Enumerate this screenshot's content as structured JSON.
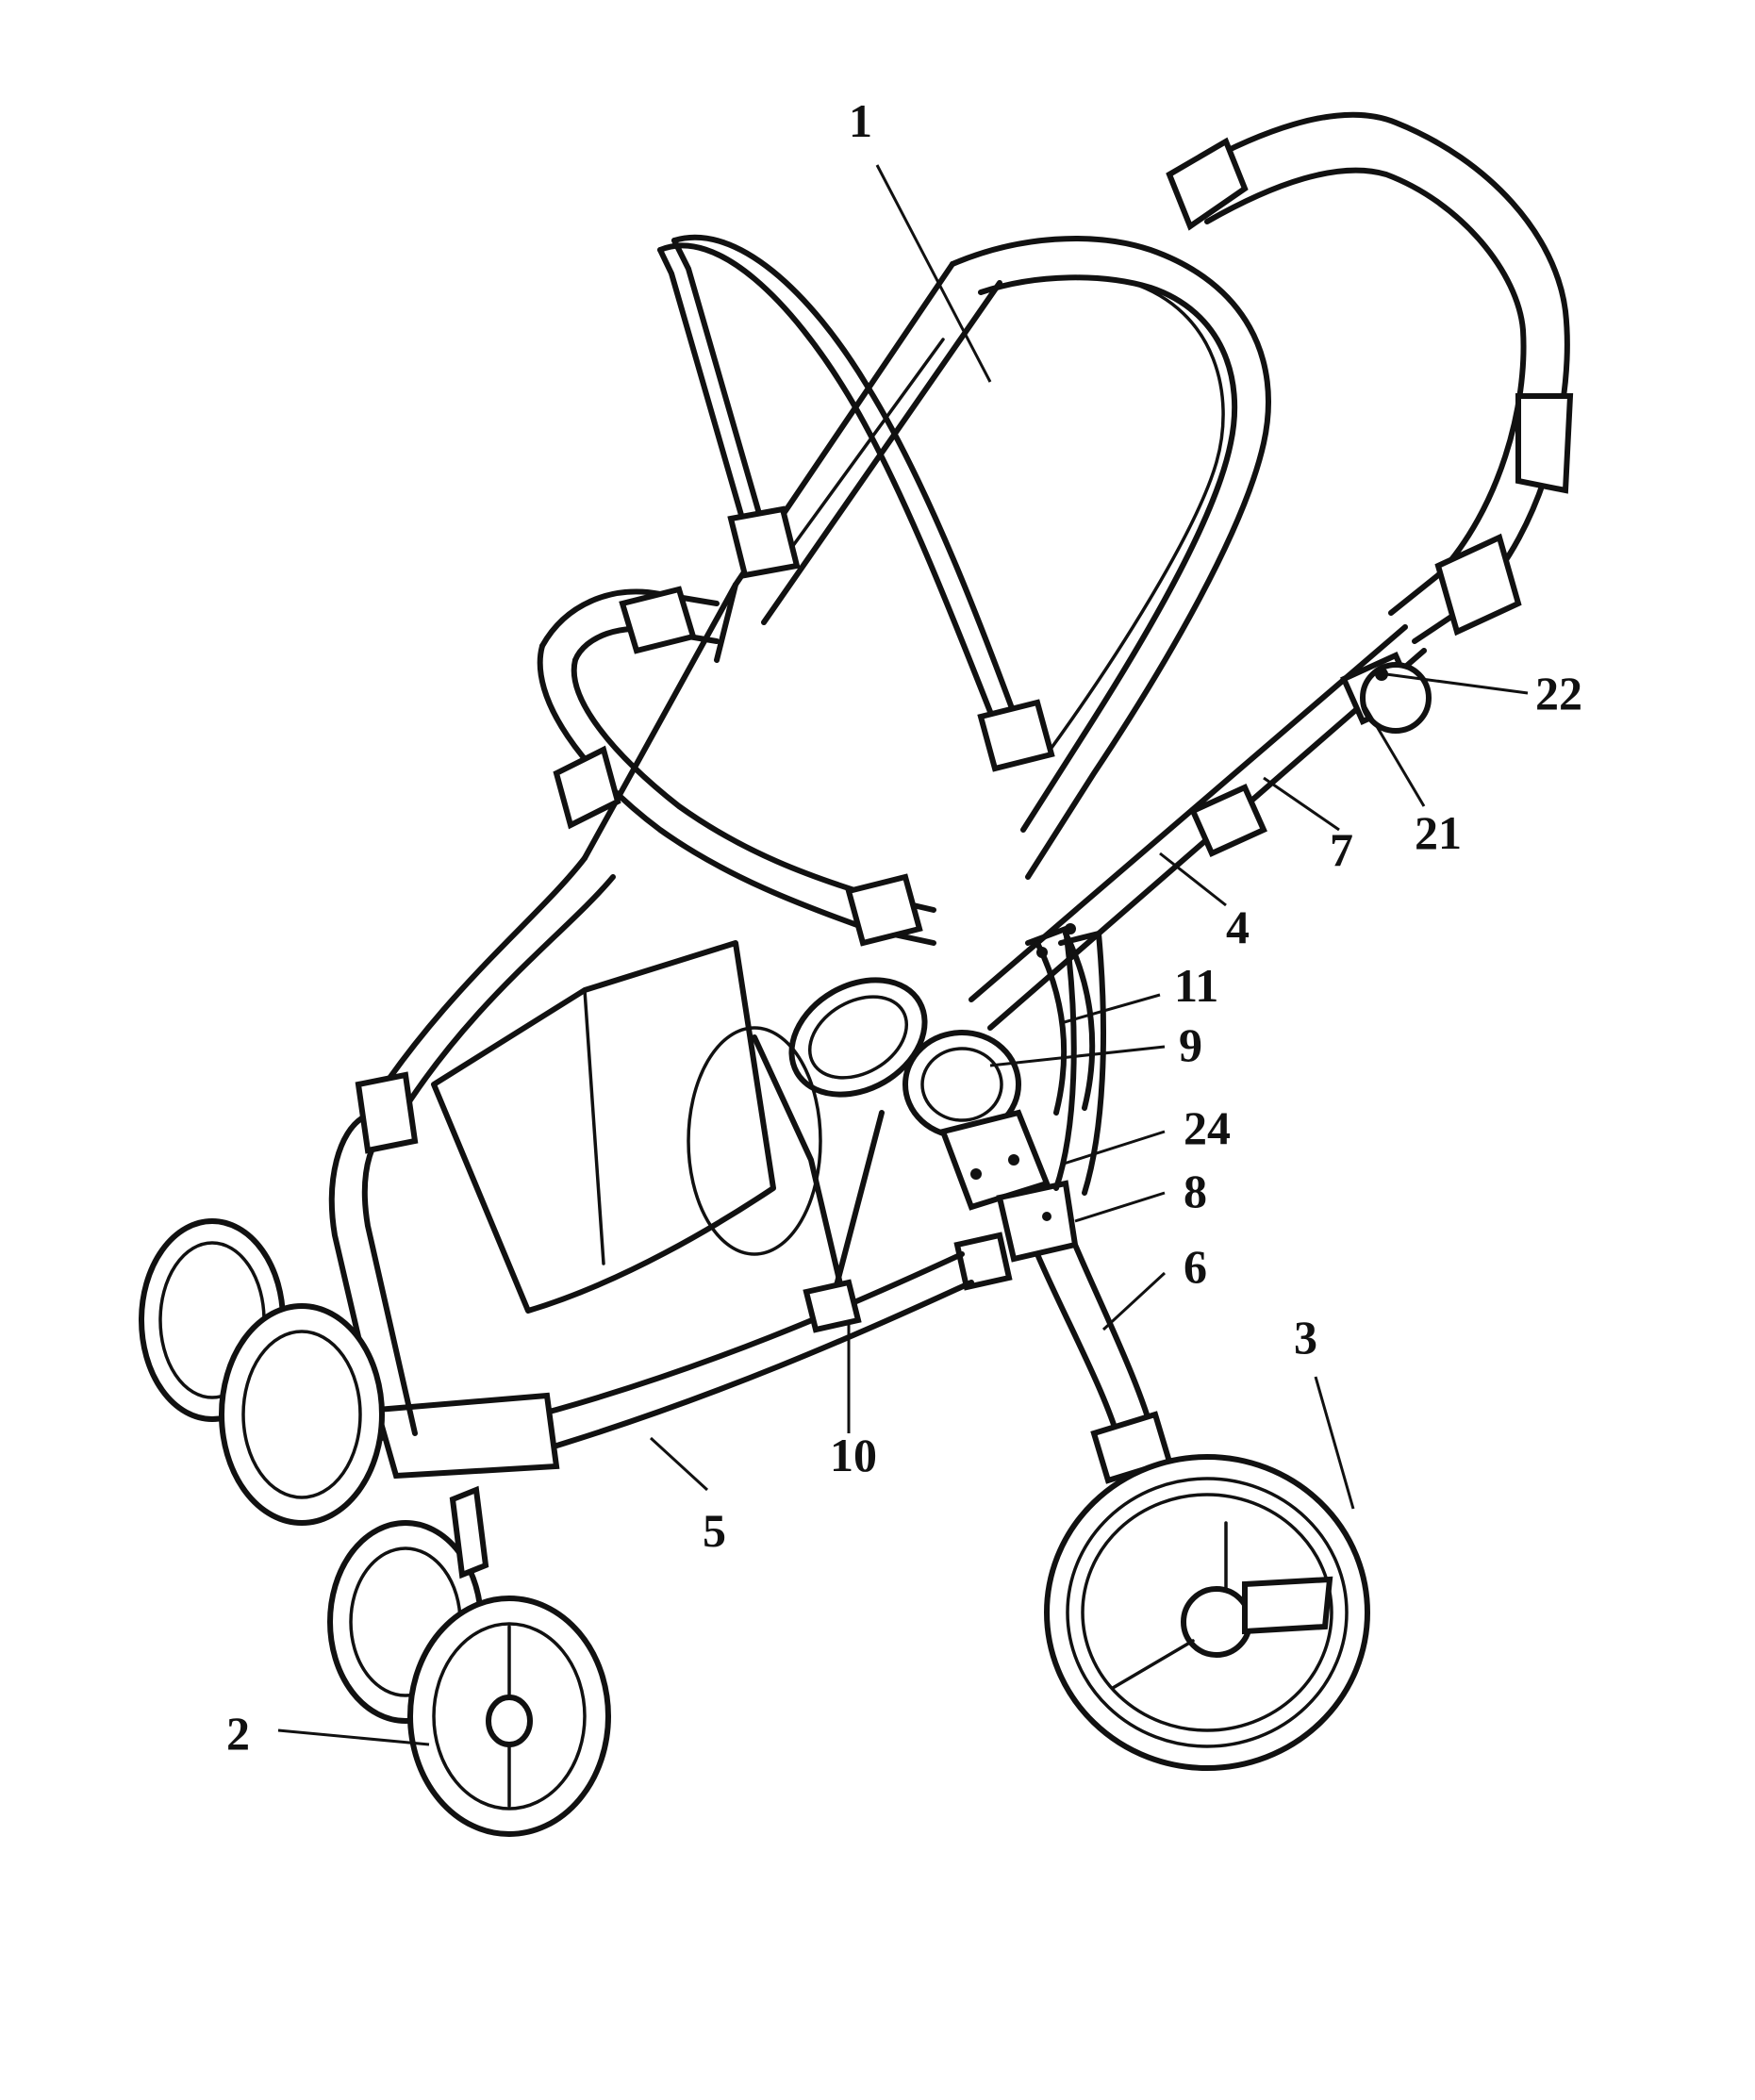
{
  "figure": {
    "callouts": {
      "c1": "1",
      "c2": "2",
      "c3": "3",
      "c4": "4",
      "c5": "5",
      "c6": "6",
      "c7": "7",
      "c8": "8",
      "c9": "9",
      "c10": "10",
      "c11": "11",
      "c21": "21",
      "c22": "22",
      "c24": "24"
    }
  }
}
